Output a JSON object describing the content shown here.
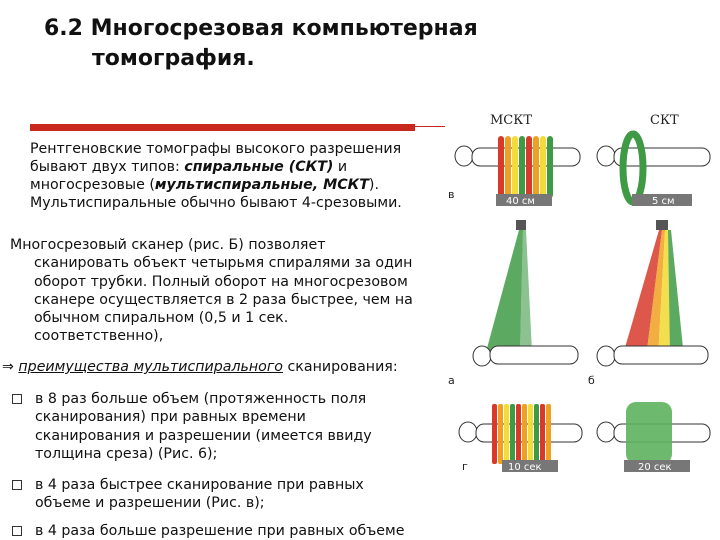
{
  "title": {
    "line1": "6.2 Многосрезовая компьютерная",
    "line2": "томография."
  },
  "intro": {
    "line1": "Рентгеновские томографы высокого разрешения",
    "line2a": "бывают двух типов: ",
    "line2b": "спиральные (СКТ)",
    "line2c": " и",
    "line3a": "многосрезовые (",
    "line3b": "мультиспиральные, МСКТ",
    "line3c": ").",
    "line4": "Мультиспиральные обычно бывают 4-срезовыми."
  },
  "paragraph": {
    "line1": "Многосрезовый сканер (рис. Б) позволяет",
    "line2": "сканировать объект четырьмя спиралями за один",
    "line3": "оборот трубки. Полный оборот на многосрезовом",
    "line4": "сканере осуществляется в 2 раза быстрее, чем на",
    "line5": "обычном спиральном (0,5 и 1 сек.",
    "line6": "соответственно),"
  },
  "advantages": {
    "arrow": "⇒",
    "underlined": "преимущества мультиспирального",
    "rest": " сканирования:"
  },
  "bullets": [
    {
      "lines": [
        "в 8 раз больше объем (протяженность поля",
        "сканирования) при равных времени",
        "сканирования и разрешении (имеется ввиду",
        "толщина среза) (Рис. 6);"
      ]
    },
    {
      "lines": [
        " в 4 раза быстрее сканирование при равных",
        "объеме и разрешении (Рис. в);"
      ]
    },
    {
      "lines": [
        "в 4 раза больше разрешение при равных объеме"
      ]
    }
  ],
  "figure": {
    "label_msct": "МСКТ",
    "label_skt": "СКТ",
    "dim_40": "40 см",
    "dim_5": "5 см",
    "dim_10s": "10 сек",
    "dim_20s": "20 сек",
    "letter_v": "в",
    "letter_a": "а",
    "letter_b": "б",
    "letter_g": "г",
    "colors": {
      "red": "#d8392b",
      "orange": "#f0a020",
      "yellow": "#f2dc3a",
      "green": "#3f9a45",
      "bar": "#c8281e"
    }
  }
}
